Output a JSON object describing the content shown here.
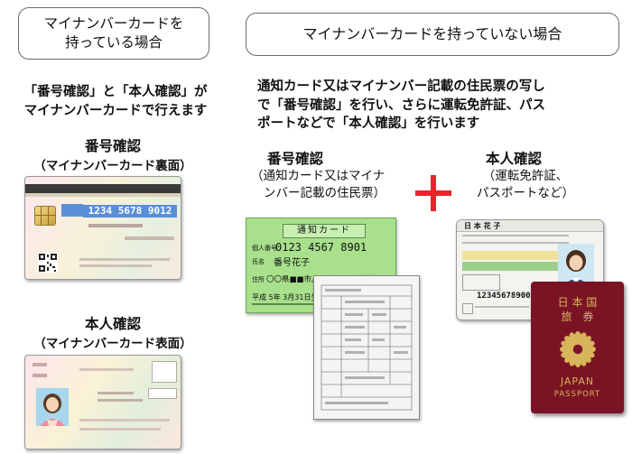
{
  "left": {
    "header_line1": "マイナンバーカードを",
    "header_line2": "持っている場合",
    "desc_line1": "「番号確認」と「本人確認」が",
    "desc_line2": "マイナンバーカードで行えます",
    "number_check_title": "番号確認",
    "number_check_sub": "（マイナンバーカード裏面）",
    "identity_check_title": "本人確認",
    "identity_check_sub": "（マイナンバーカード表面）",
    "card_back_number": "1234 5678 9012"
  },
  "right": {
    "header": "マイナンバーカードを持っていない場合",
    "desc_line1": "通知カード又はマイナンバー記載の住民票の写し",
    "desc_line2": "で「番号確認」を行い、さらに運転免許証、パス",
    "desc_line3": "ポートなどで「本人確認」を行います",
    "number_check_title": "番号確認",
    "number_check_sub1": "（通知カード又はマイナ",
    "number_check_sub2": "ンバー記載の住民票）",
    "identity_check_title": "本人確認",
    "identity_check_sub1": "（運転免許証、",
    "identity_check_sub2": "パスポートなど）",
    "notice_card_title": "通知カード",
    "notice_card_number_label": "個人番号",
    "notice_card_number": "0123 4567 8901",
    "notice_card_name_label": "氏名",
    "notice_card_name": "番号花子",
    "notice_card_address_label": "住所",
    "notice_card_address": "〇〇県■■市△△町〇丁目〇番地",
    "notice_card_date": "平成 5年 3月31日生",
    "license_name": "日 本 花 子",
    "license_number": "12345678900",
    "passport_line1": "日 本 国",
    "passport_line2": "旅　券",
    "passport_country": "JAPAN",
    "passport_label": "PASSPORT"
  },
  "colors": {
    "plus": "#e8232a",
    "notice_card": "#a8e08c",
    "passport": "#7a1424",
    "gold": "#d8b45a"
  }
}
